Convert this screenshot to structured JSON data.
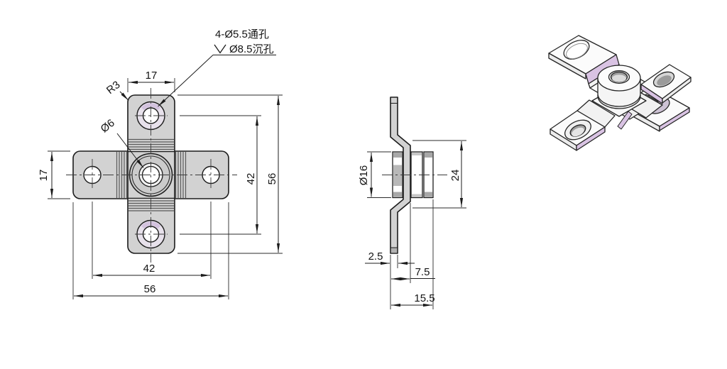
{
  "callout": {
    "line1": "4-Ø5.5通孔",
    "line2": "Ø8.5沉孔",
    "countersink_symbol": "∨"
  },
  "front_view": {
    "labels": {
      "corner_radius": "R3",
      "center_hole_dia": "Ø6"
    },
    "dims": {
      "tab_width_top": "17",
      "tab_width_left": "17",
      "hole_pitch_vertical": "42",
      "overall_height": "56",
      "hole_pitch_horizontal": "42",
      "overall_width": "56"
    }
  },
  "side_view": {
    "dims": {
      "boss_diameter": "Ø16",
      "mid_section_height": "24",
      "sheet_thickness": "2.5",
      "offset_depth": "7.5",
      "overall_depth": "15.5"
    }
  },
  "colors": {
    "part_fill": "#d2d2d2",
    "outline": "#1c1c1c",
    "band_line": "#5a5a5a",
    "counterbore_fill": "#e7e1eb",
    "iso_face": "#fbfbfb",
    "iso_side": "#ececec",
    "iso_lavender": "#d9c3e3"
  }
}
